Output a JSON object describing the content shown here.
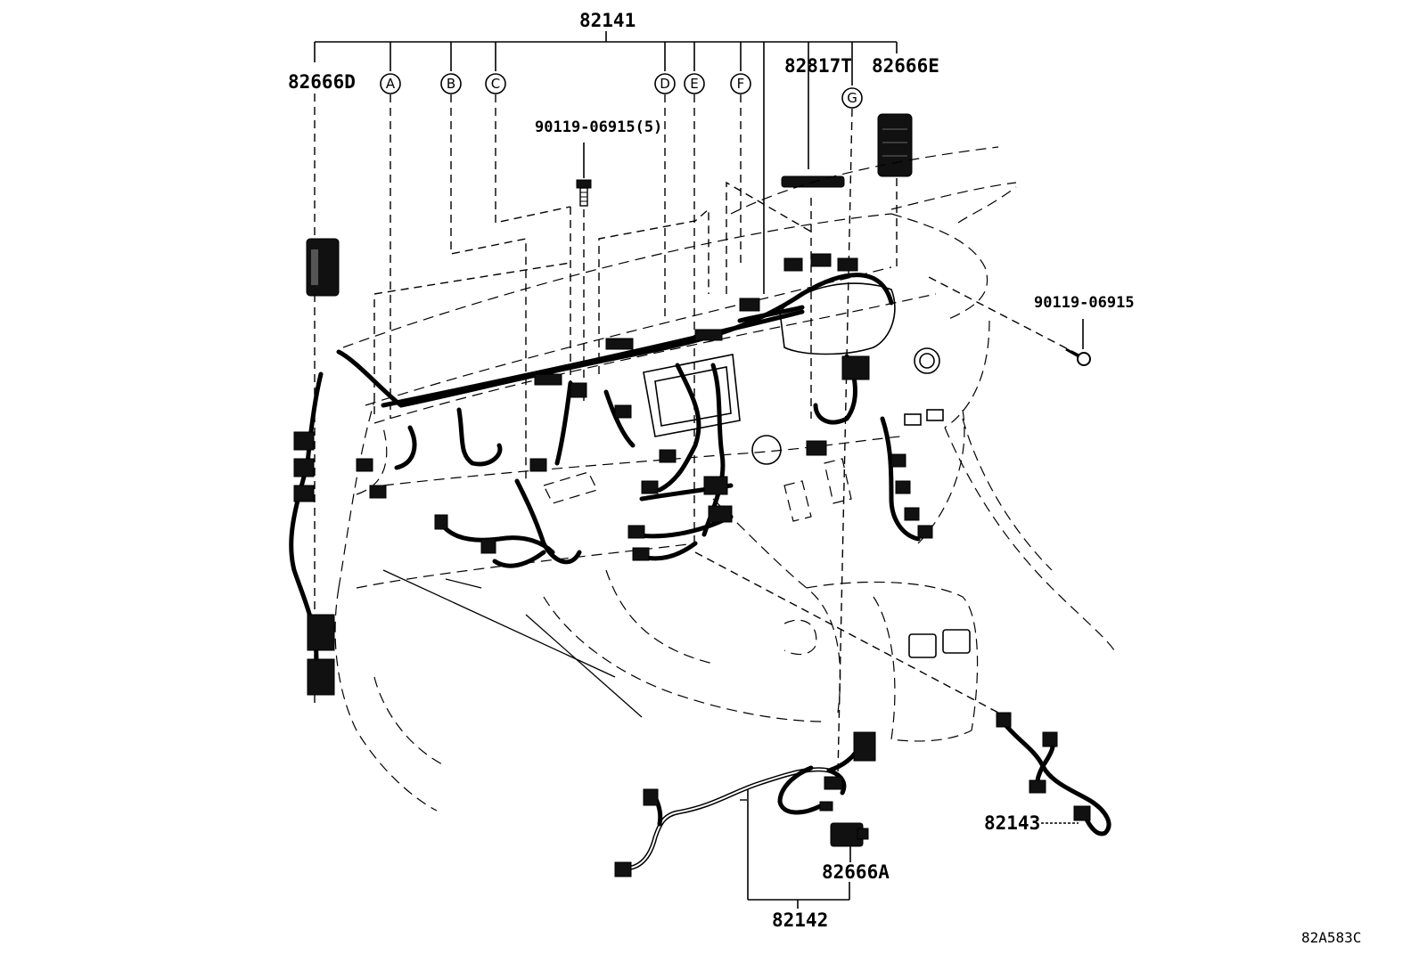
{
  "labels": {
    "main_harness": "82141",
    "bracket_left": "82666D",
    "bracket_right": "82666E",
    "clamp_top": "82817T",
    "bolt_group": "90119-06915(5)",
    "bolt_single": "90119-06915",
    "console_harness": "82143",
    "floor_harness": "82142",
    "relay_block": "82666A",
    "diagram_code": "82A583C"
  },
  "callouts": [
    "A",
    "B",
    "C",
    "D",
    "E",
    "F",
    "G"
  ]
}
